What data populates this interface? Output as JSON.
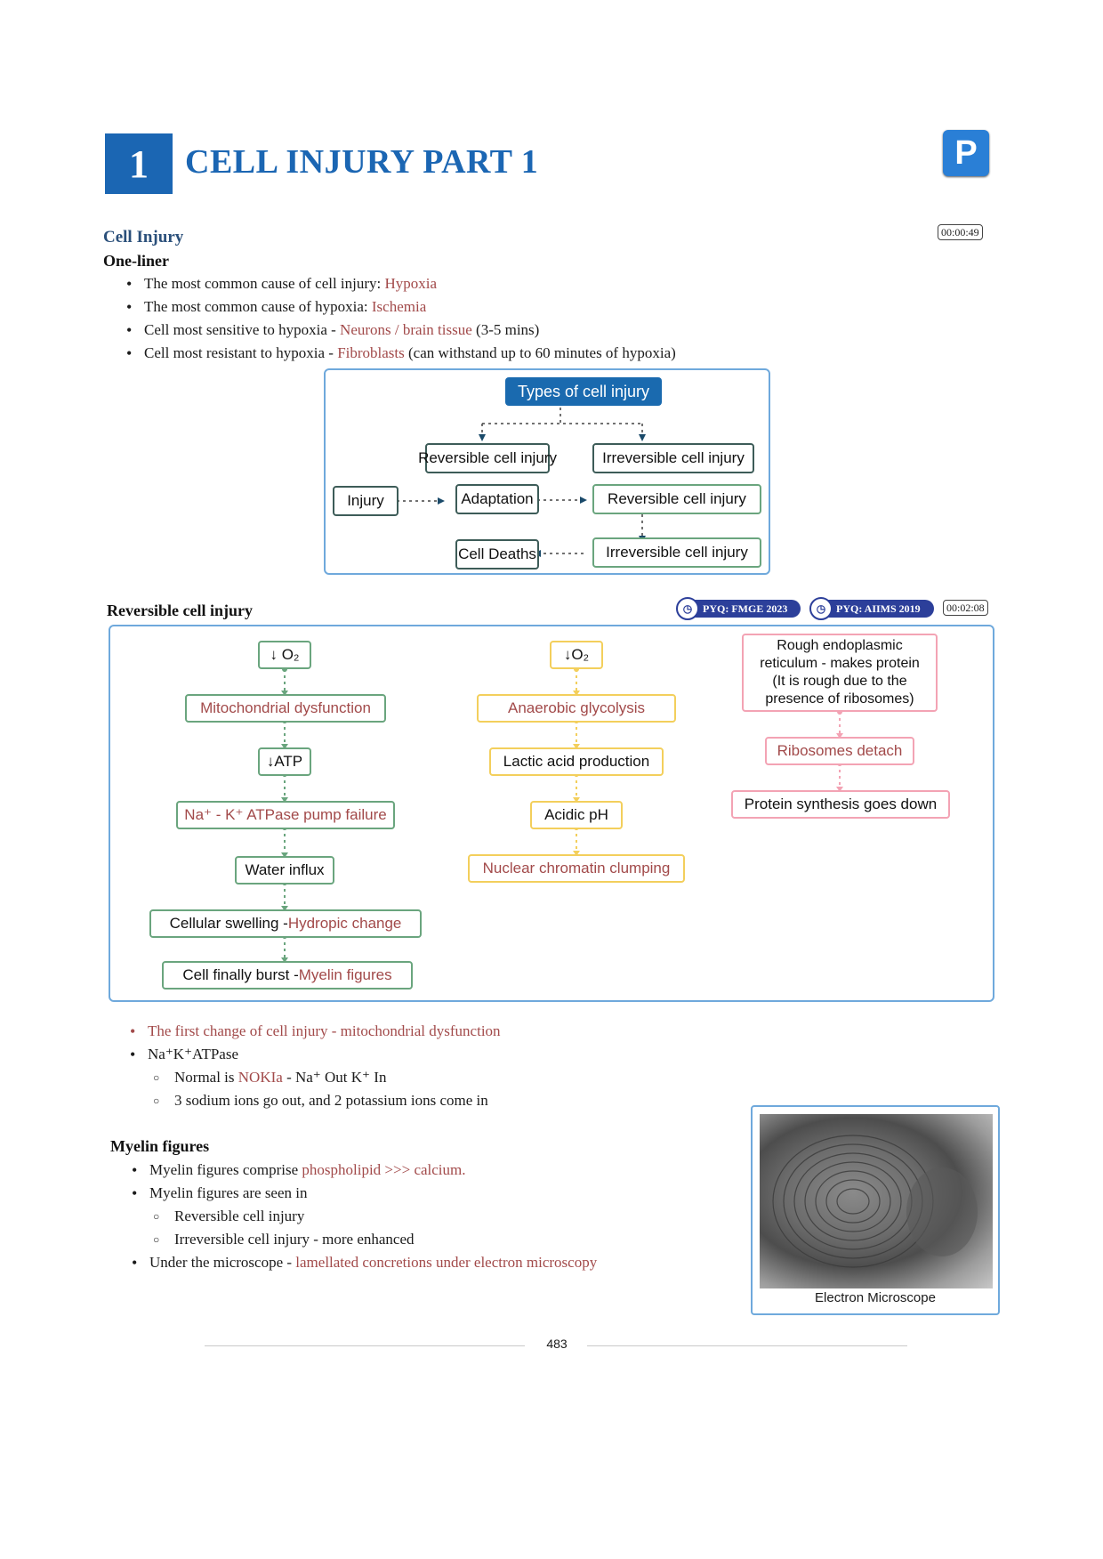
{
  "chapter": {
    "number": "1",
    "title": "CELL INJURY PART 1",
    "logo_letter": "P"
  },
  "section1": {
    "title": "Cell Injury",
    "timestamp": "00:00:49",
    "subtitle": "One-liner",
    "bullets": [
      {
        "pre": "The most common cause of cell injury: ",
        "hl": "Hypoxia",
        "post": ""
      },
      {
        "pre": "The most common cause of hypoxia: ",
        "hl": "Ischemia",
        "post": ""
      },
      {
        "pre": "Cell most sensitive to hypoxia - ",
        "hl": "Neurons / brain tissue",
        "post": " (3-5 mins)"
      },
      {
        "pre": "Cell most resistant to hypoxia - ",
        "hl": "Fibroblasts",
        "post": " (can withstand up to 60 minutes of hypoxia)"
      }
    ]
  },
  "types_diagram": {
    "title": "Types of cell injury",
    "reversible": "Reversible cell injury",
    "irreversible": "Irreversible cell injury",
    "injury": "Injury",
    "adaptation": "Adaptation",
    "reversible2": "Reversible cell injury",
    "irreversible2": "Irreversible cell injury",
    "cell_deaths": "Cell Deaths"
  },
  "section2": {
    "title": "Reversible cell injury",
    "pyq1": "PYQ: FMGE 2023",
    "pyq2": "PYQ: AIIMS 2019",
    "timestamp": "00:02:08"
  },
  "flow_left": {
    "o2": "↓ O₂",
    "mito": "Mitochondrial dysfunction",
    "atp": "↓ATP",
    "pump": "Na⁺ - K⁺ ATPase pump failure",
    "water": "Water influx",
    "swell_a": "Cellular swelling - ",
    "swell_b": "Hydropic change",
    "burst_a": "Cell finally burst - ",
    "burst_b": "Myelin figures"
  },
  "flow_mid": {
    "o2": "↓O₂",
    "glyco": "Anaerobic glycolysis",
    "lactic": "Lactic acid production",
    "ph": "Acidic pH",
    "clump": "Nuclear chromatin clumping"
  },
  "flow_right": {
    "rer_1": "Rough endoplasmic",
    "rer_2": "reticulum - makes protein",
    "rer_3": "(It is rough due to the",
    "rer_4": "presence of ribosomes)",
    "ribo": "Ribosomes detach",
    "protein": "Protein synthesis goes down"
  },
  "notes": {
    "first_change": "The first change of cell injury - mitochondrial dysfunction",
    "nak": "Na⁺K⁺ATPase",
    "sub1_pre": "Normal is ",
    "sub1_hl": "NOKIa",
    "sub1_post": " - Na⁺ Out K⁺ In",
    "sub2": "3 sodium ions go out, and 2 potassium ions come in"
  },
  "myelin": {
    "title": "Myelin figures",
    "b1_pre": "Myelin figures comprise ",
    "b1_hl": "phospholipid >>> calcium.",
    "b2": "Myelin figures are seen in",
    "s1": "Reversible cell injury",
    "s2": "Irreversible cell injury - more enhanced",
    "b3_pre": "Under the microscope - ",
    "b3_hl": "lamellated concretions under electron microscopy"
  },
  "image": {
    "caption": "Electron Microscope"
  },
  "footer": {
    "page": "483"
  },
  "colors": {
    "accent": "#1b66b3",
    "highlight": "#a24a4a",
    "frame": "#6fa9dc"
  }
}
